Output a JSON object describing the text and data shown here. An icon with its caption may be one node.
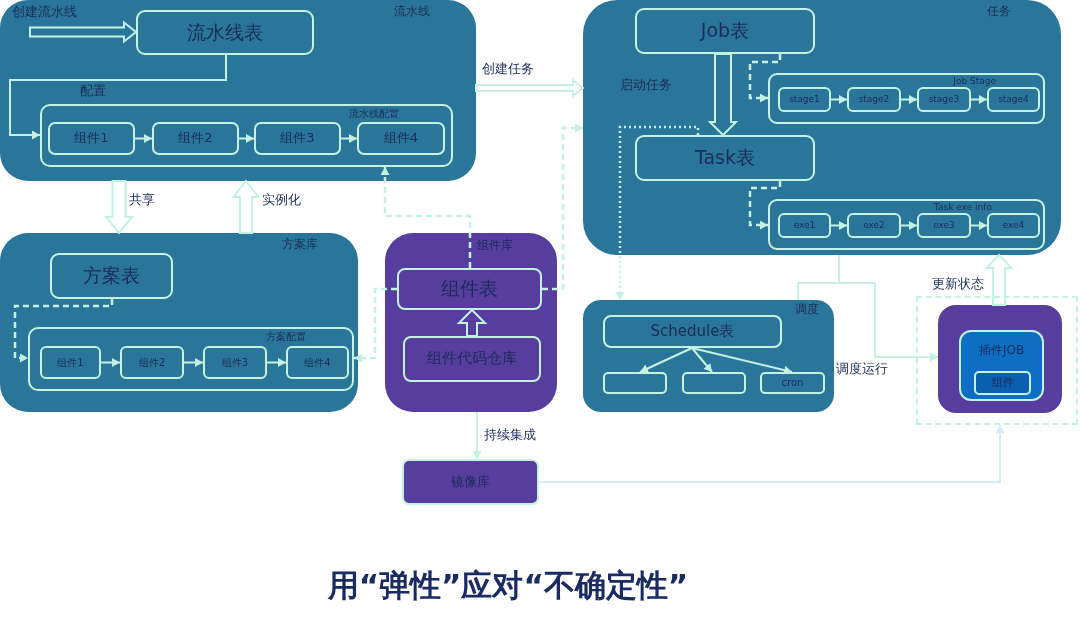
{
  "diagram": {
    "caption": "用“弹性”应对“不确定性”",
    "nodes": [
      {
        "text": [
          "流水线"
        ]
      },
      {
        "text": [
          "流水线表"
        ],
        "in": 0
      },
      {
        "text": [
          "流水线配置"
        ],
        "in": 0
      },
      {
        "text": [
          "组件1"
        ],
        "in": 2
      },
      {
        "text": [
          "组件2"
        ],
        "in": 2
      },
      {
        "text": [
          "组件3"
        ],
        "in": 2
      },
      {
        "text": [
          "组件4"
        ],
        "in": 2
      },
      {
        "text": [
          "方案库"
        ]
      },
      {
        "text": [
          "方案表"
        ],
        "in": 7
      },
      {
        "text": [
          "方案配置"
        ],
        "in": 7
      },
      {
        "text": [
          "组件1"
        ],
        "in": 9
      },
      {
        "text": [
          "组件2"
        ],
        "in": 9
      },
      {
        "text": [
          "组件3"
        ],
        "in": 9
      },
      {
        "text": [
          "组件4"
        ],
        "in": 9
      },
      {
        "text": [
          "组件库"
        ]
      },
      {
        "text": [
          "组件表"
        ],
        "in": 14
      },
      {
        "text": [
          "组件代码仓库"
        ],
        "in": 14
      },
      {
        "text": [
          "任务"
        ]
      },
      {
        "text": [
          "Job表"
        ],
        "in": 17
      },
      {
        "text": [
          "Job Stage"
        ],
        "in": 17
      },
      {
        "text": [
          "stage1"
        ],
        "in": 19
      },
      {
        "text": [
          "stage2"
        ],
        "in": 19
      },
      {
        "text": [
          "stage3"
        ],
        "in": 19
      },
      {
        "text": [
          "stage4"
        ],
        "in": 19
      },
      {
        "text": [
          "Task表"
        ],
        "in": 17
      },
      {
        "text": [
          "Task exe info"
        ],
        "in": 17
      },
      {
        "text": [
          "exe1"
        ],
        "in": 25
      },
      {
        "text": [
          "exe2"
        ],
        "in": 25
      },
      {
        "text": [
          "exe3"
        ],
        "in": 25
      },
      {
        "text": [
          "exe4"
        ],
        "in": 25
      },
      {
        "text": [
          "调度"
        ]
      },
      {
        "text": [
          "Schedule表"
        ],
        "in": 30
      },
      {
        "text": [],
        "shape": "box",
        "in": 30
      },
      {
        "text": [],
        "shape": "box",
        "in": 30
      },
      {
        "text": [
          "cron"
        ],
        "in": 30
      },
      {
        "text": [],
        "shape": "box"
      },
      {
        "text": [],
        "shape": "box",
        "in": 35
      },
      {
        "text": [
          "插件JOB"
        ],
        "in": 36
      },
      {
        "text": [
          "组件"
        ],
        "in": 37
      },
      {
        "text": [
          "镜像库"
        ]
      }
    ],
    "edges": [
      {
        "from": null,
        "to": 1,
        "arrow": "to",
        "label": "创建流水线",
        "style": "thick"
      },
      {
        "from": 1,
        "to": 2,
        "arrow": "to",
        "label": "配置"
      },
      {
        "from": 3,
        "to": 4,
        "arrow": "to"
      },
      {
        "from": 4,
        "to": 5,
        "arrow": "to"
      },
      {
        "from": 5,
        "to": 6,
        "arrow": "to"
      },
      {
        "from": 0,
        "to": 7,
        "arrow": "to",
        "label": "共享",
        "style": "thick"
      },
      {
        "from": 7,
        "to": 0,
        "arrow": "to",
        "label": "实例化",
        "style": "thick"
      },
      {
        "from": 8,
        "to": 9,
        "arrow": "to",
        "style": "dashed"
      },
      {
        "from": 10,
        "to": 11,
        "arrow": "to"
      },
      {
        "from": 11,
        "to": 12,
        "arrow": "to"
      },
      {
        "from": 12,
        "to": 13,
        "arrow": "to"
      },
      {
        "from": 16,
        "to": 15,
        "arrow": "to",
        "style": "thick"
      },
      {
        "from": 15,
        "to": 2,
        "arrow": "to",
        "style": "dashed"
      },
      {
        "from": 15,
        "to": 9,
        "arrow": "to",
        "style": "dashed"
      },
      {
        "from": 15,
        "to": 17,
        "arrow": "to",
        "style": "dashed"
      },
      {
        "from": 14,
        "to": 39,
        "arrow": "to",
        "label": "持续集成"
      },
      {
        "from": 0,
        "to": 17,
        "arrow": "to",
        "label": "创建任务",
        "style": "thick"
      },
      {
        "from": 18,
        "to": 24,
        "arrow": "to",
        "label": "启动任务",
        "style": "thick"
      },
      {
        "from": 18,
        "to": 19,
        "arrow": "to",
        "style": "dashed"
      },
      {
        "from": 20,
        "to": 21,
        "arrow": "to"
      },
      {
        "from": 21,
        "to": 22,
        "arrow": "to"
      },
      {
        "from": 22,
        "to": 23,
        "arrow": "to"
      },
      {
        "from": 24,
        "to": 25,
        "arrow": "to",
        "style": "dashed"
      },
      {
        "from": 26,
        "to": 27,
        "arrow": "to"
      },
      {
        "from": 27,
        "to": 28,
        "arrow": "to"
      },
      {
        "from": 28,
        "to": 29,
        "arrow": "to"
      },
      {
        "from": 24,
        "to": 30,
        "arrow": "to",
        "style": "dashed"
      },
      {
        "from": 31,
        "to": 32,
        "arrow": "to"
      },
      {
        "from": 31,
        "to": 33,
        "arrow": "to"
      },
      {
        "from": 31,
        "to": 34,
        "arrow": "to"
      },
      {
        "from": 17,
        "to": 36,
        "arrow": "to"
      },
      {
        "from": 30,
        "to": 36,
        "arrow": "to",
        "label": "调度运行"
      },
      {
        "from": 36,
        "to": 17,
        "arrow": "to",
        "label": "更新状态",
        "style": "thick"
      },
      {
        "from": 39,
        "to": 35,
        "arrow": "to",
        "color": "#d6ecf8"
      }
    ]
  }
}
